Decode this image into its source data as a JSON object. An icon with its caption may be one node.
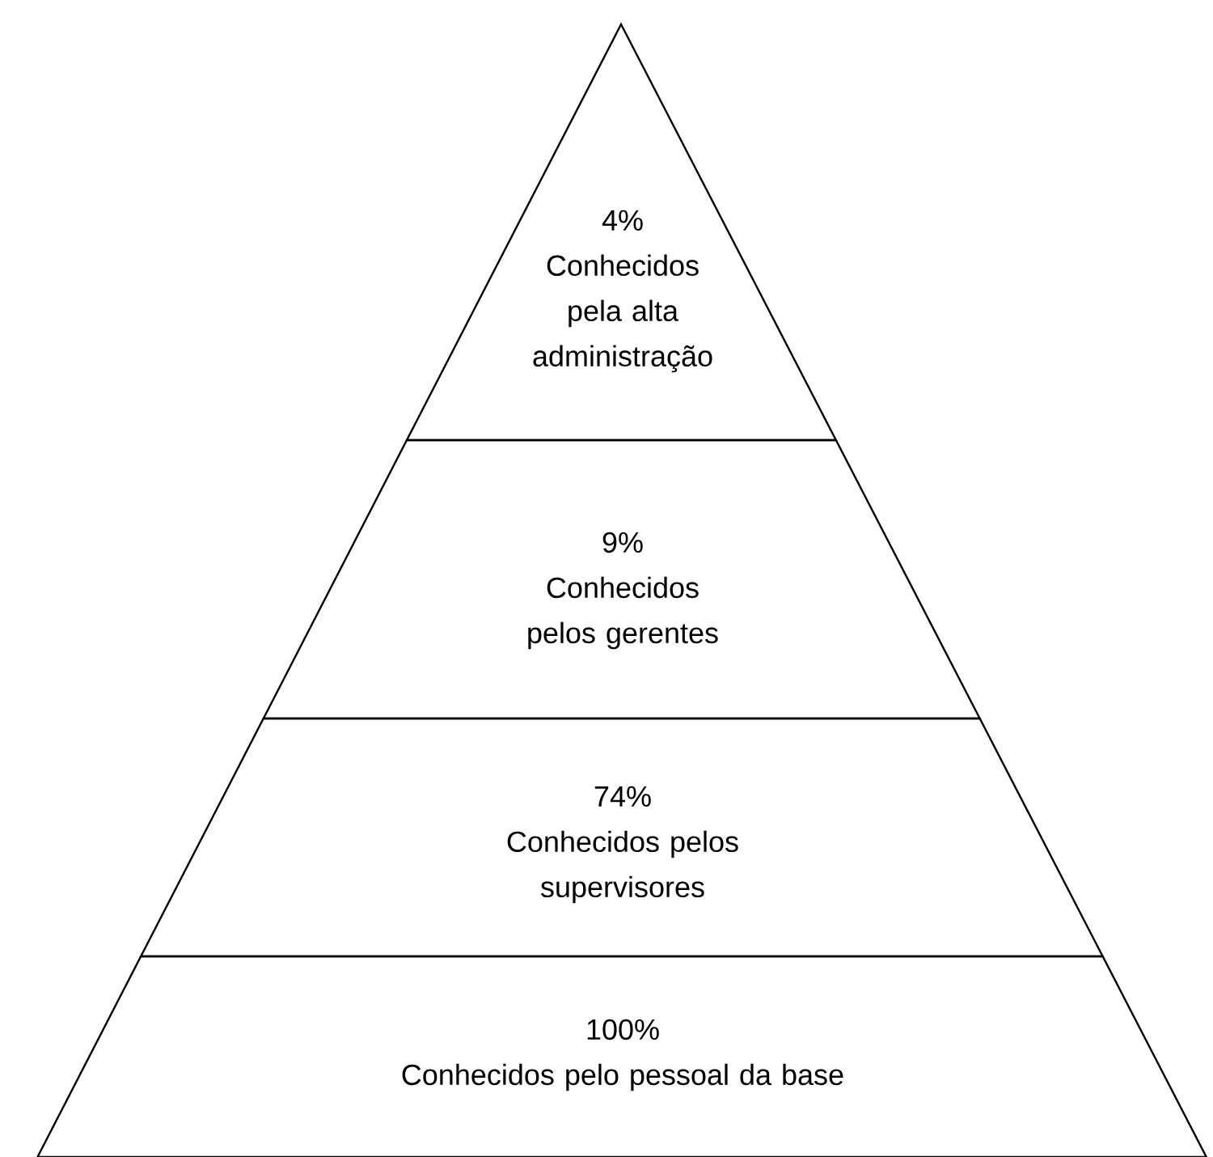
{
  "diagram": {
    "nodes": [
      {
        "text": [
          "4%",
          "Conhecidos pela alta administração"
        ]
      },
      {
        "text": [
          "9%",
          "Conhecidos pelos gerentes"
        ]
      },
      {
        "text": [
          "74%",
          "Conhecidos pelos supervisores"
        ]
      },
      {
        "text": [
          "100%",
          "Conhecidos pelo pessoal da base"
        ]
      }
    ]
  }
}
